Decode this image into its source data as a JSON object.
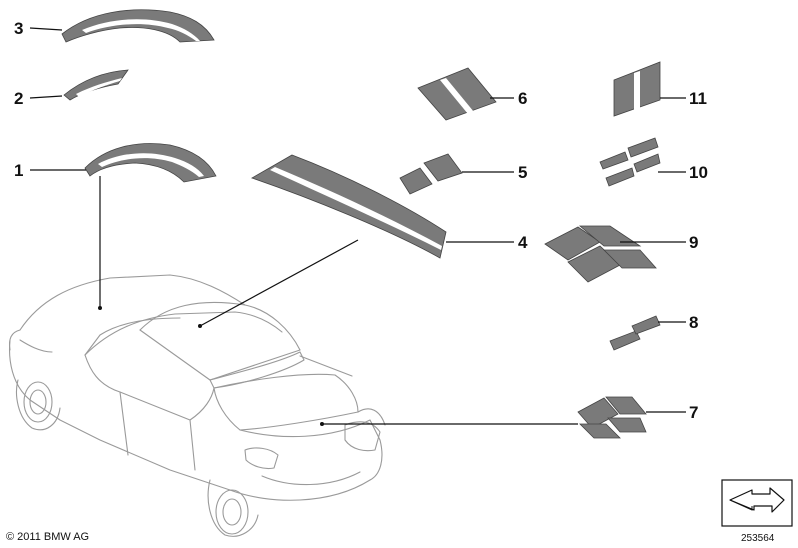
{
  "callouts": [
    {
      "id": "1",
      "label": "1"
    },
    {
      "id": "2",
      "label": "2"
    },
    {
      "id": "3",
      "label": "3"
    },
    {
      "id": "4",
      "label": "4"
    },
    {
      "id": "5",
      "label": "5"
    },
    {
      "id": "6",
      "label": "6"
    },
    {
      "id": "7",
      "label": "7"
    },
    {
      "id": "8",
      "label": "8"
    },
    {
      "id": "9",
      "label": "9"
    },
    {
      "id": "10",
      "label": "10"
    },
    {
      "id": "11",
      "label": "11"
    }
  ],
  "copyright": "© 2011 BMW AG",
  "reference_number": "253564",
  "icons": {
    "orientation": "direction-arrow-icon",
    "vehicle": "car-outline-icon"
  },
  "colors": {
    "decal_fill": "#7a7a7a",
    "stripe": "#ffffff",
    "car_outline": "#9a9a9a",
    "text": "#111111"
  }
}
